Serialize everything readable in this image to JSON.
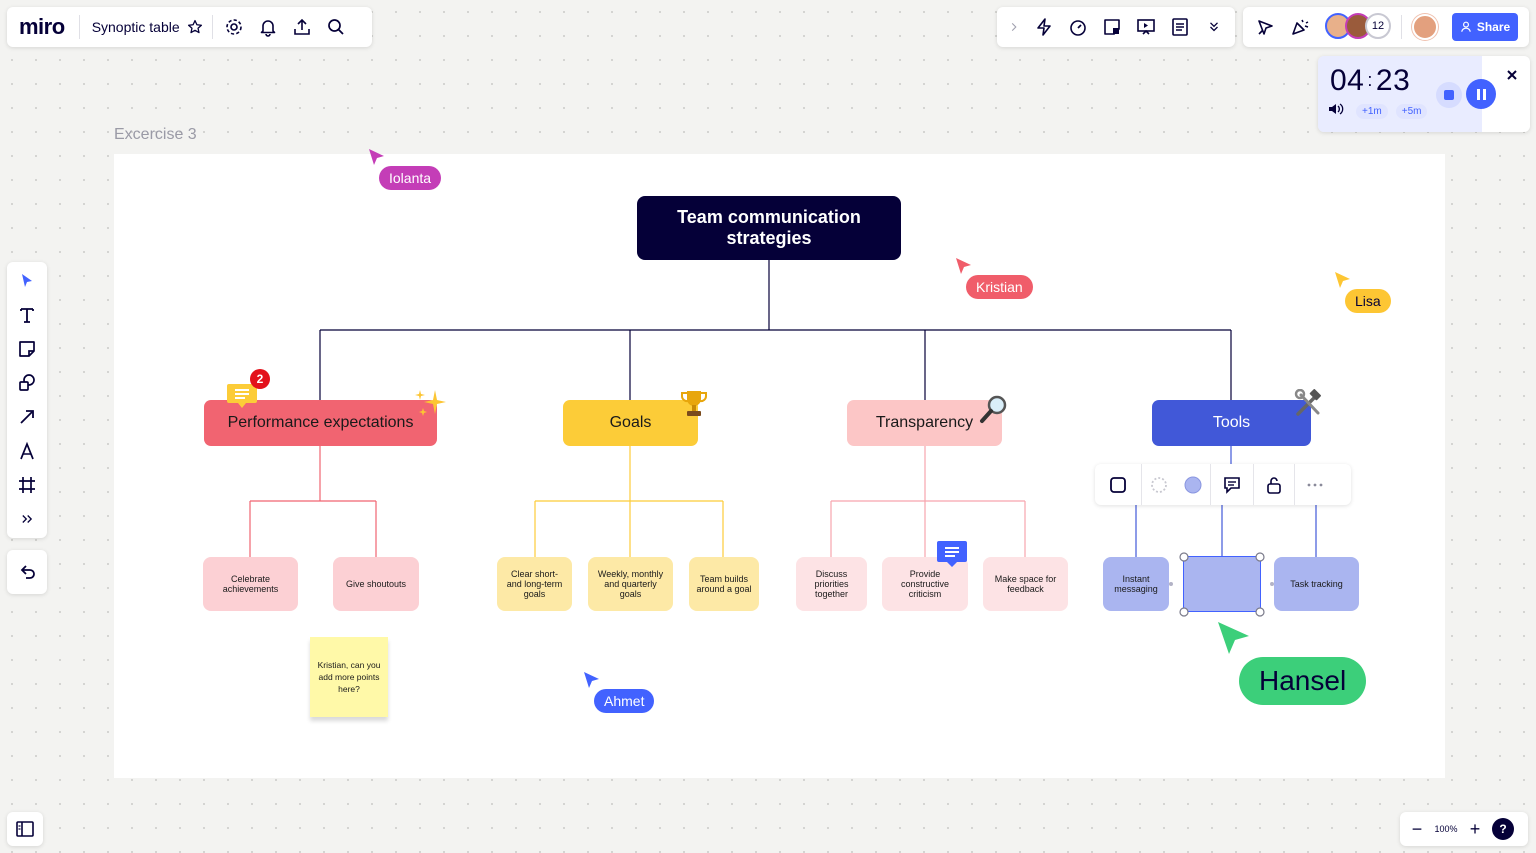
{
  "board": {
    "logo": "miro",
    "title": "Synoptic table",
    "frame_title": "Excercise 3"
  },
  "topbar_left_icons": [
    "star-icon",
    "gear-icon",
    "bell-icon",
    "upload-icon",
    "search-icon"
  ],
  "topbar_center_icons": [
    "chevron-right-icon",
    "lightning-icon",
    "timer-icon",
    "sticky-add-icon",
    "present-icon",
    "notes-icon",
    "chevron-double-down-icon"
  ],
  "collab": {
    "extra_count": "12",
    "share_label": "Share"
  },
  "timer": {
    "minutes": "04",
    "seconds": "23",
    "plus1": "+1m",
    "plus5": "+5m"
  },
  "mindmap": {
    "root": "Team communication strategies",
    "categories": [
      {
        "label": "Performance expectations",
        "color": "#f16471"
      },
      {
        "label": "Goals",
        "color": "#fccc38"
      },
      {
        "label": "Transparency",
        "color": "#fcc6c6"
      },
      {
        "label": "Tools",
        "color": "#4158d8"
      }
    ],
    "leaves": {
      "performance": [
        "Celebrate achievements",
        "Give shoutouts"
      ],
      "goals": [
        "Clear short- and long-term goals",
        "Weekly, monthly and quarterly goals",
        "Team builds around a goal"
      ],
      "transparency": [
        "Discuss priorities together",
        "Provide constructive criticism",
        "Make space for feedback"
      ],
      "tools": [
        "Instant messaging",
        "",
        "Task tracking"
      ]
    },
    "comment_count": "2"
  },
  "sticky_note": "Kristian, can you add more points here?",
  "cursors": [
    {
      "name": "Iolanta",
      "color": "#c43db7"
    },
    {
      "name": "Kristian",
      "color": "#f05d6a"
    },
    {
      "name": "Lisa",
      "color": "#fdc633"
    },
    {
      "name": "Ahmet",
      "color": "#4262ff"
    },
    {
      "name": "Hansel",
      "color": "#3ccf7a"
    }
  ],
  "zoom": {
    "level": "100%",
    "minus": "−",
    "plus": "+",
    "help": "?"
  },
  "colors": {
    "accent": "#4262ff",
    "dark": "#050038"
  }
}
